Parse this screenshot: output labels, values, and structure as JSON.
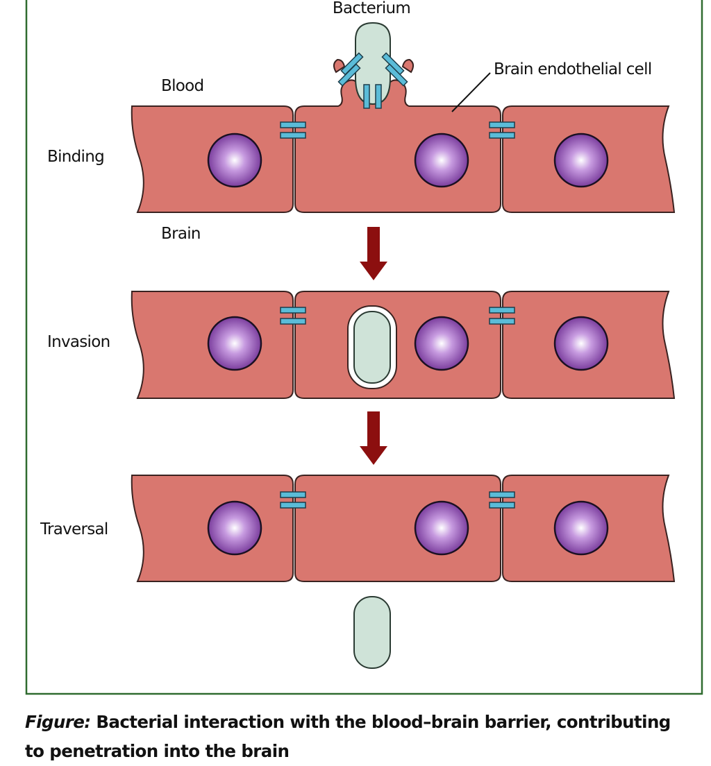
{
  "labels": {
    "bacterium": "Bacterium",
    "blood": "Blood",
    "brain": "Brain",
    "endothelial_cell": "Brain endothelial cell"
  },
  "stages": [
    "Binding",
    "Invasion",
    "Traversal"
  ],
  "caption": {
    "lead": "Figure:",
    "text": " Bacterial interaction with the blood–brain barrier, contributing to penetration into the brain"
  },
  "colors": {
    "frame": "#2f6b2f",
    "cell_fill": "#d9776f",
    "cell_stroke": "#3a2220",
    "nucleus_center": "#ffffff",
    "nucleus_edge": "#6f2f93",
    "junction": "#5bbcd8",
    "bacterium_fill": "#cfe3d8",
    "arrow": "#8c0f0f"
  }
}
